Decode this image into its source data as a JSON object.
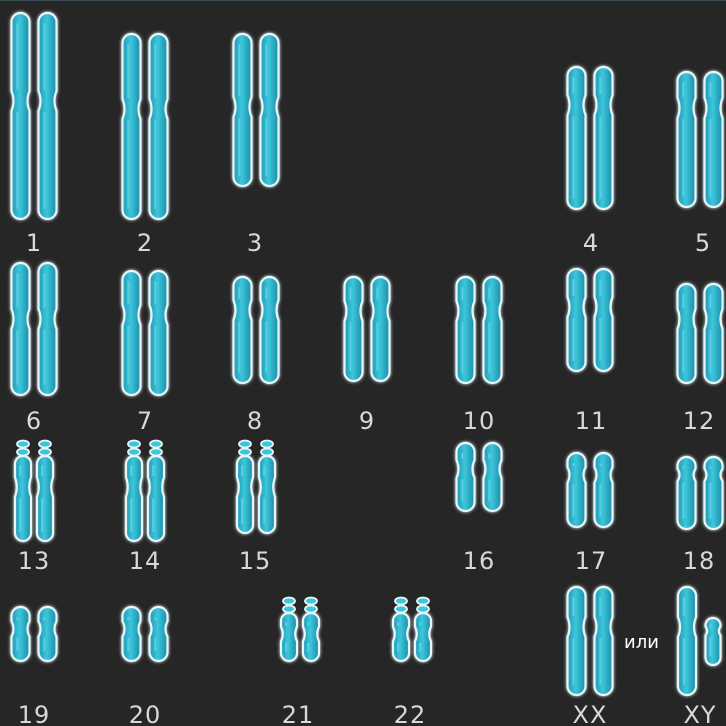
{
  "karyotype": {
    "labels": [
      "1",
      "2",
      "3",
      "4",
      "5",
      "6",
      "7",
      "8",
      "9",
      "10",
      "11",
      "12",
      "13",
      "14",
      "15",
      "16",
      "17",
      "18",
      "19",
      "20",
      "21",
      "22",
      "XX",
      "XY"
    ],
    "or_text": "или"
  },
  "colors": {
    "background": "#262626",
    "chromosome_fill": "#2bb3cc",
    "chromosome_highlight": "#7fe0f0",
    "chromosome_outline": "#e8f6f9",
    "label": "#d8d8d8"
  }
}
